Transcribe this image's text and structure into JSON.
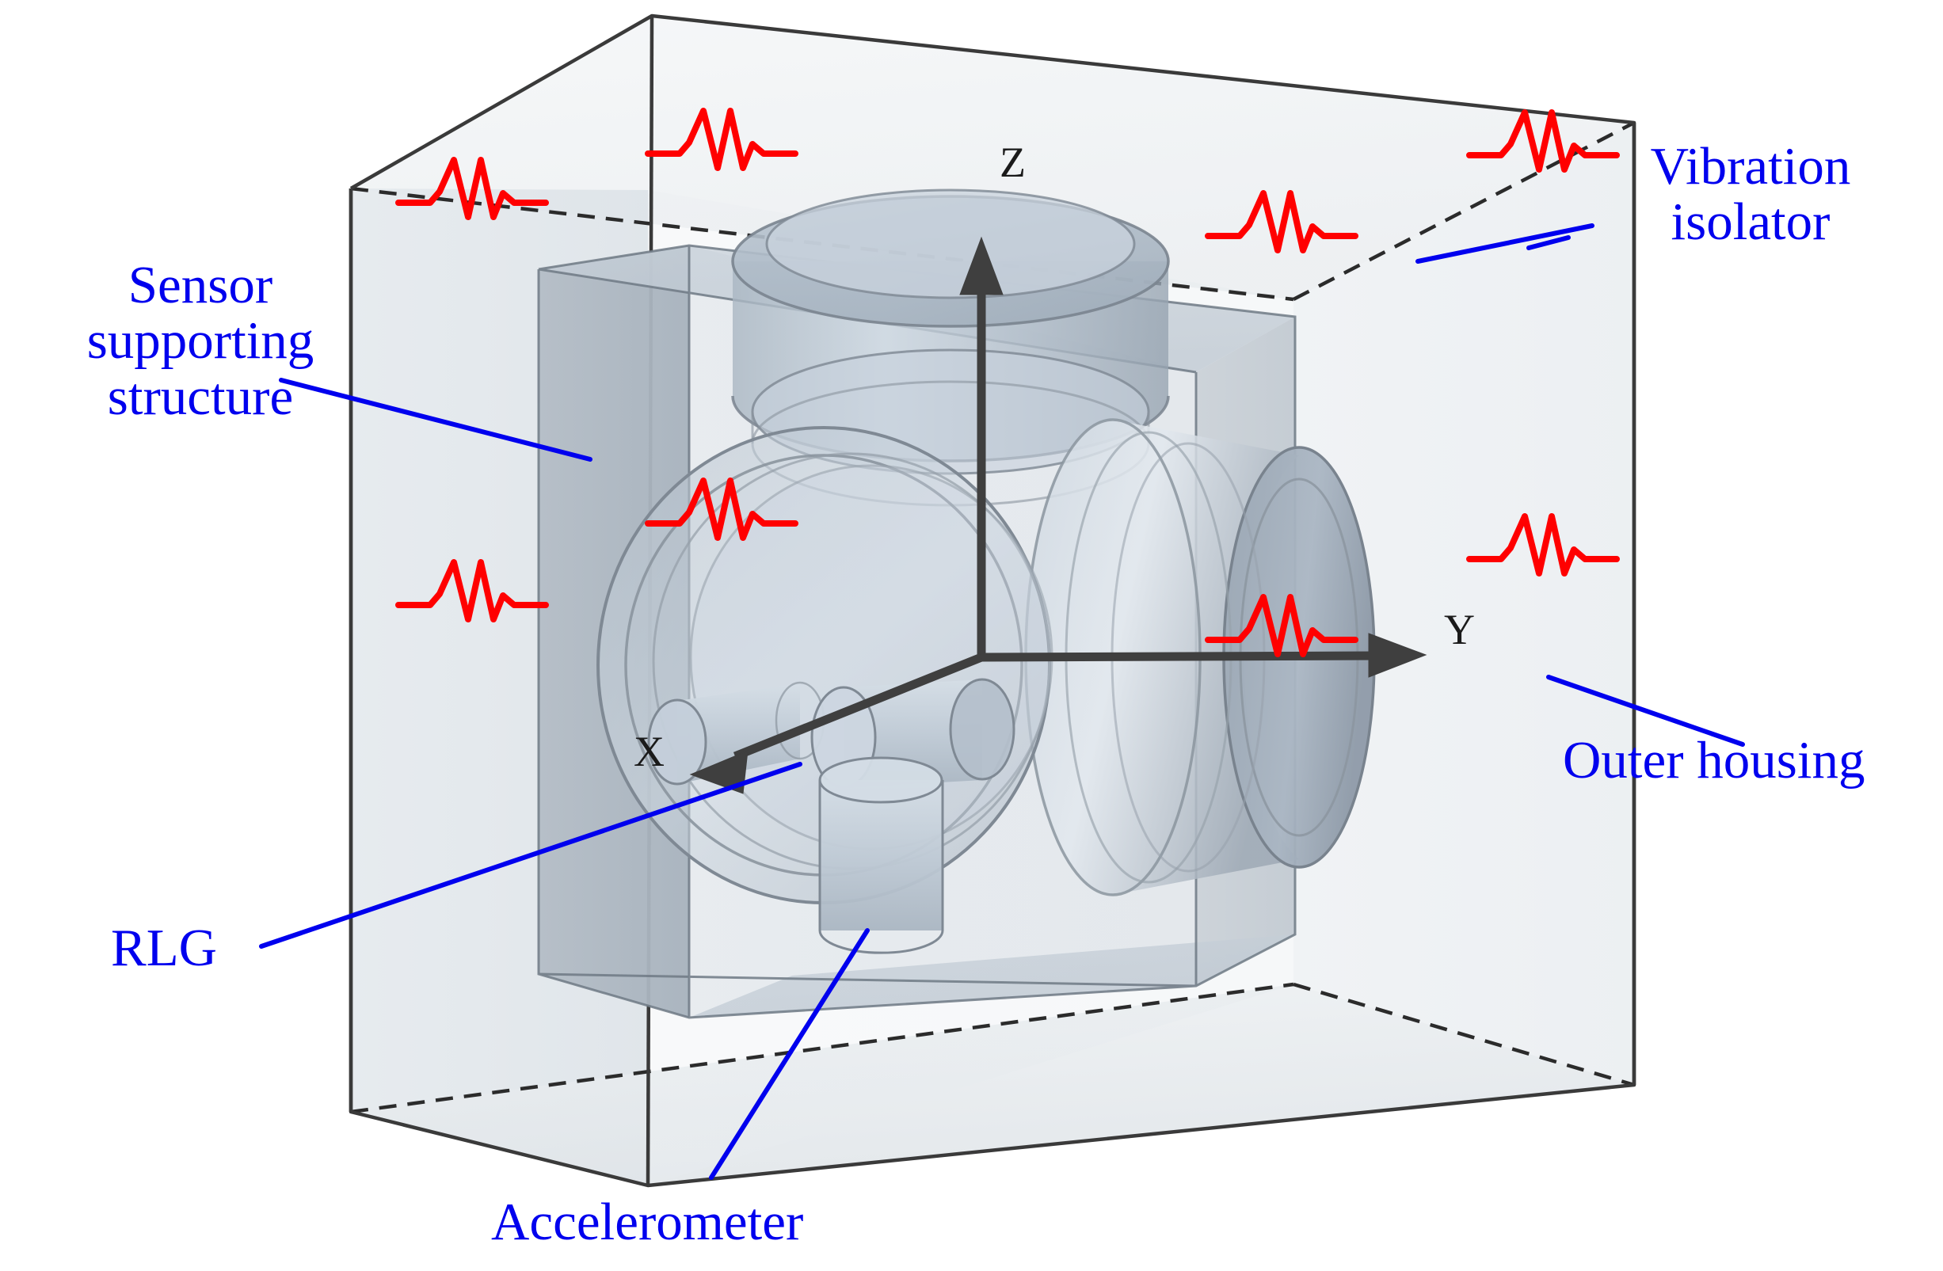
{
  "figure": {
    "type": "technical-3d-diagram",
    "subject": "Inertial measurement unit with vibration isolation",
    "background_color": "#ffffff"
  },
  "colors": {
    "label_text": "#0000ee",
    "leader_line": "#0000ee",
    "isolator_spring": "#ff0000",
    "axis": "#3f3f3f",
    "axis_label": "#1a1a1a",
    "outer_housing_fill": "#e8ecef",
    "outer_housing_edge": "#3a3a3a",
    "support_structure_fill": "#b6bfc8",
    "sensor_body_fill": "#c3ced9"
  },
  "labels": {
    "sensor_supporting_structure": "Sensor\nsupporting\nstructure",
    "vibration_isolator": "Vibration\nisolator",
    "outer_housing": "Outer housing",
    "rlg": "RLG",
    "accelerometer": "Accelerometer"
  },
  "axes": {
    "z": "Z",
    "y": "Y",
    "x": "X"
  },
  "components": {
    "isolator_count": 8,
    "isolator_icon": "spring-zigzag-icon",
    "rlg_count": 3,
    "accelerometer_count": 3
  }
}
